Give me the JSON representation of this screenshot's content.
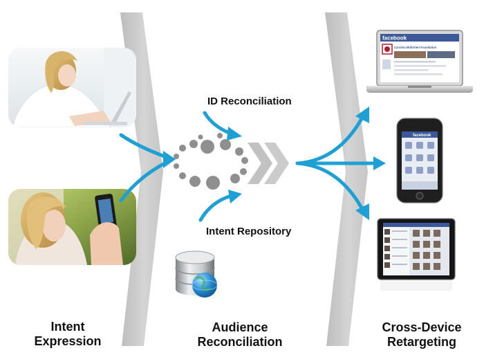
{
  "stages": {
    "intent": {
      "line1": "Intent",
      "line2": "Expression"
    },
    "audience": {
      "line1": "Audience",
      "line2": "Reconciliation"
    },
    "cross": {
      "line1": "Cross-Device",
      "line2": "Retargeting"
    }
  },
  "annotations": {
    "id_reconciliation": "ID Reconciliation",
    "intent_repository": "Intent Repository"
  },
  "screens": {
    "laptop_brand": "facebook",
    "laptop_page": "Carolina MultiAlert Foundation",
    "phone_brand": "facebook"
  },
  "colors": {
    "arrow": "#1ea0d5",
    "chevron": "#c2c2c2",
    "dots": "#8f8f8f",
    "facebook": "#3b5998",
    "globe": "#1e90d0"
  }
}
